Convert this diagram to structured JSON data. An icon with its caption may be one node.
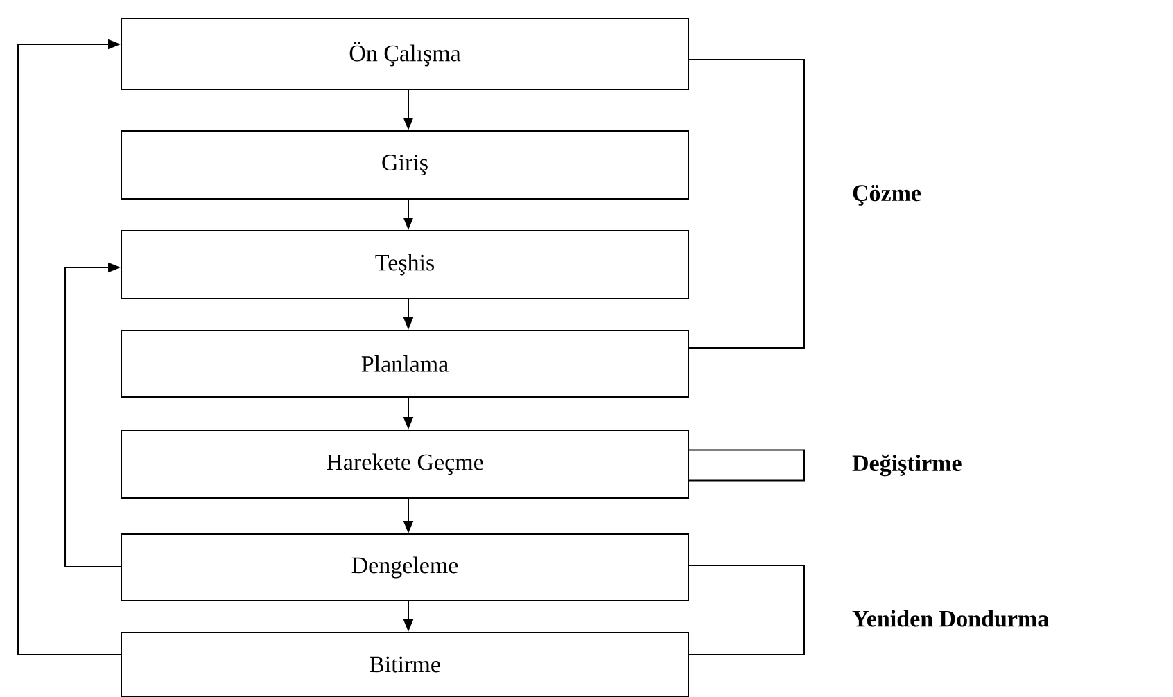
{
  "diagram": {
    "nodes": [
      {
        "text": [
          "Ön Çalışma"
        ]
      },
      {
        "text": [
          "Giriş"
        ]
      },
      {
        "text": [
          "Teşhis"
        ]
      },
      {
        "text": [
          "Planlama"
        ]
      },
      {
        "text": [
          "Harekete Geçme"
        ]
      },
      {
        "text": [
          "Dengeleme"
        ]
      },
      {
        "text": [
          "Bitirme"
        ]
      }
    ],
    "edges": [
      {
        "from": 0,
        "to": 1,
        "arrow": "to"
      },
      {
        "from": 1,
        "to": 2,
        "arrow": "to"
      },
      {
        "from": 2,
        "to": 3,
        "arrow": "to"
      },
      {
        "from": 3,
        "to": 4,
        "arrow": "to"
      },
      {
        "from": 4,
        "to": 5,
        "arrow": "to"
      },
      {
        "from": 5,
        "to": 6,
        "arrow": "to"
      },
      {
        "from": 6,
        "to": 0,
        "arrow": "to"
      },
      {
        "from": 5,
        "to": 2,
        "arrow": "to"
      },
      {
        "from": 0,
        "to": 3,
        "arrow": "none",
        "label": "Çözme"
      },
      {
        "from": 4,
        "to": 4,
        "arrow": "none",
        "label": "Değiştirme"
      },
      {
        "from": 5,
        "to": 6,
        "arrow": "none",
        "label": "Yeniden Dondurma"
      }
    ]
  }
}
